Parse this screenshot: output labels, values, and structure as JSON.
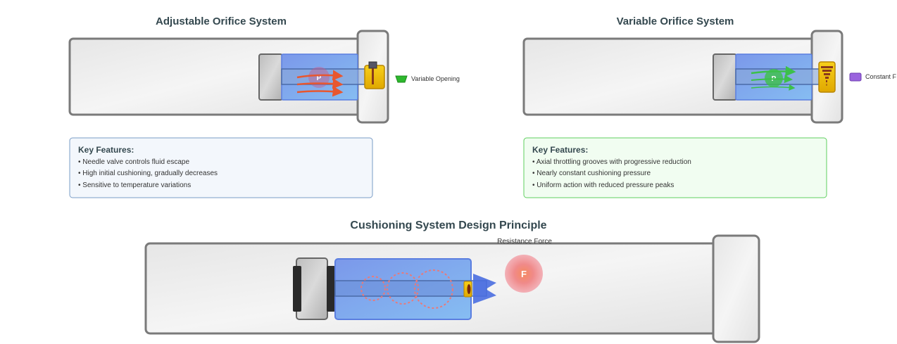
{
  "panels": [
    {
      "title": "Adjustable Orifice System",
      "legend_label": "Variable Opening",
      "pressure_label": "P",
      "features_heading": "Key Features:",
      "features": [
        "• Needle valve controls fluid escape",
        "• High initial cushioning, gradually decreases",
        "• Sensitive to temperature variations"
      ],
      "accent": "#e8572f",
      "legend_color": "#2db82d",
      "box_border": "#7a9cc6",
      "box_fill": "#f3f7fc"
    },
    {
      "title": "Variable Orifice System",
      "legend_label": "Constant F",
      "pressure_label": "P",
      "features_heading": "Key Features:",
      "features": [
        "• Axial throttling grooves with progressive reduction",
        "• Nearly constant cushioning pressure",
        "• Uniform action with reduced pressure peaks"
      ],
      "accent": "#3cc04a",
      "legend_color": "#9a63de",
      "box_border": "#5fcf5f",
      "box_fill": "#f1fdf1"
    }
  ],
  "principle": {
    "title": "Cushioning System Design Principle",
    "force_caption": "Resistance Force",
    "force_label": "F"
  }
}
